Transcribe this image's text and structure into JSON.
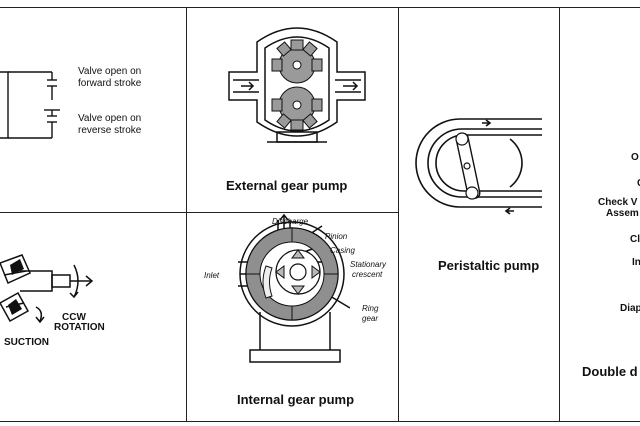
{
  "cells": {
    "reciprocating": {
      "valve_forward_line1": "Valve open on",
      "valve_forward_line2": "forward stroke",
      "valve_reverse_line1": "Valve open on",
      "valve_reverse_line2": "reverse stroke"
    },
    "external_gear": {
      "caption": "External gear pump"
    },
    "peristaltic": {
      "caption": "Peristaltic pump"
    },
    "vane": {
      "rotation_line1": "CCW",
      "rotation_line2": "ROTATION",
      "suction": "SUCTION"
    },
    "internal_gear": {
      "caption": "Internal gear pump",
      "discharge": "Discharge",
      "pinion": "Pinion",
      "casing": "Casing",
      "stationary_line1": "Stationary",
      "stationary_line2": "crescent",
      "inlet": "Inlet",
      "ring_line1": "Ring",
      "ring_line2": "gear"
    },
    "diaphragm_partial": {
      "text_o": "O",
      "text_c1": "C",
      "check_line1": "Check V",
      "check_line2": "Assem",
      "text_cl": "Cl",
      "text_in": "In",
      "diap": "Diap",
      "caption": "Double d"
    }
  }
}
